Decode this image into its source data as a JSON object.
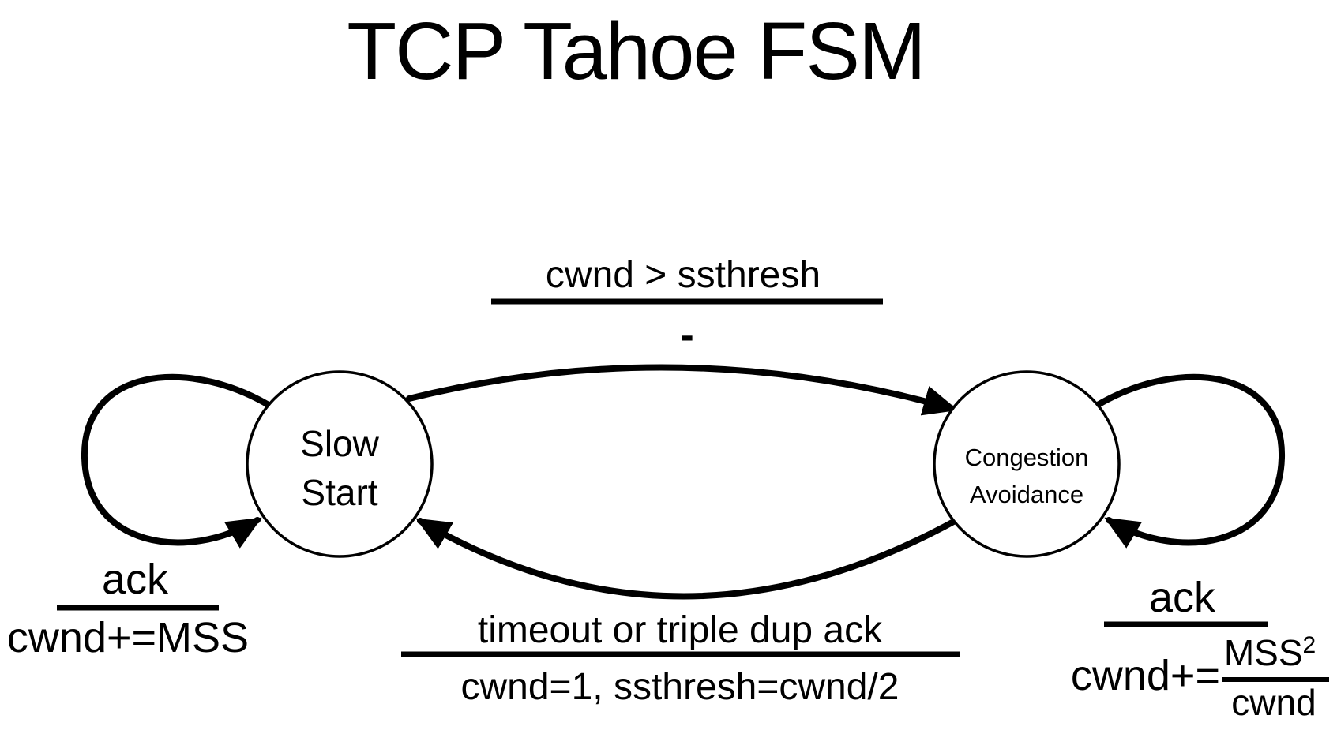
{
  "diagram": {
    "title": "TCP Tahoe FSM",
    "colors": {
      "ink": "#000000",
      "background": "#ffffff"
    },
    "states": [
      {
        "id": "slow-start",
        "label_lines": [
          "Slow",
          "Start"
        ]
      },
      {
        "id": "congestion-avoidance",
        "label_lines": [
          "Congestion",
          "Avoidance"
        ]
      }
    ],
    "transitions": {
      "slow_start_to_congestion_avoidance": {
        "event": "cwnd > ssthresh",
        "action": "-"
      },
      "congestion_avoidance_to_slow_start": {
        "event": "timeout or triple dup ack",
        "action": "cwnd=1, ssthresh=cwnd/2"
      },
      "slow_start_self_loop": {
        "event": "ack",
        "action": "cwnd+=MSS"
      },
      "congestion_avoidance_self_loop": {
        "event": "ack",
        "action_prefix": "cwnd+=",
        "action_numerator": "MSS",
        "action_exponent": "2",
        "action_denominator": "cwnd"
      }
    }
  }
}
